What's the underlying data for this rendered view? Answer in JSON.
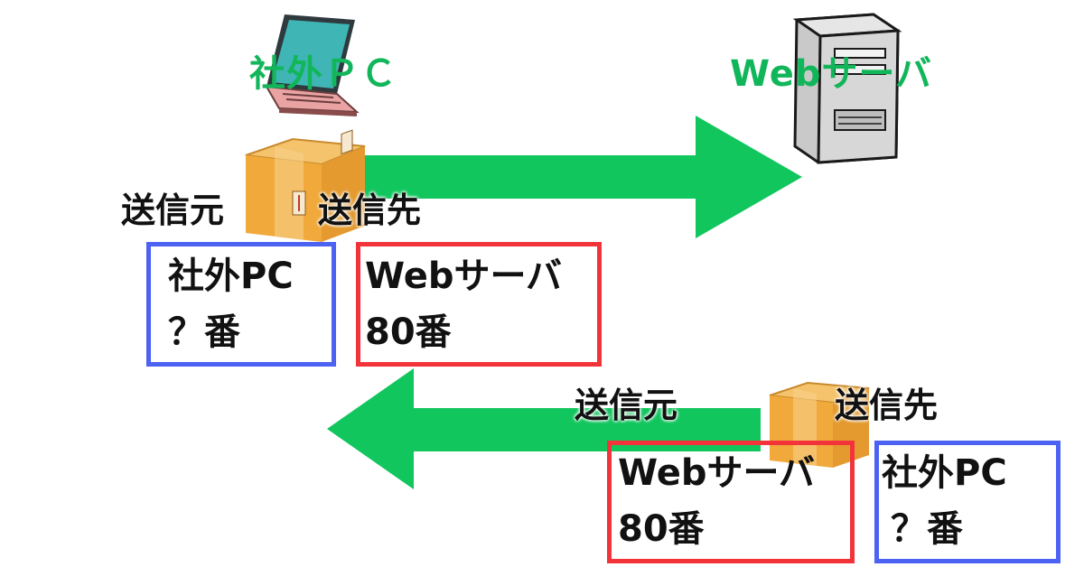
{
  "colors": {
    "arrow": "#12c65e",
    "title": "#12b65a",
    "blue_frame": "#4b62f2",
    "red_frame": "#f2343a",
    "text": "#111111"
  },
  "icons": {
    "laptop": "laptop-icon",
    "server": "server-tower-icon",
    "package": "cardboard-box-icon"
  },
  "nodes": {
    "client_title": "社外ＰＣ",
    "server_title": "Webサーバ"
  },
  "request": {
    "source_label": "送信元",
    "dest_label": "送信先",
    "source": {
      "host": "社外PC",
      "port": "？番"
    },
    "dest": {
      "host": "Webサーバ",
      "port": "80番"
    }
  },
  "response": {
    "source_label": "送信元",
    "dest_label": "送信先",
    "source": {
      "host": "Webサーバ",
      "port": "80番"
    },
    "dest": {
      "host": "社外PC",
      "port": "？番"
    }
  }
}
